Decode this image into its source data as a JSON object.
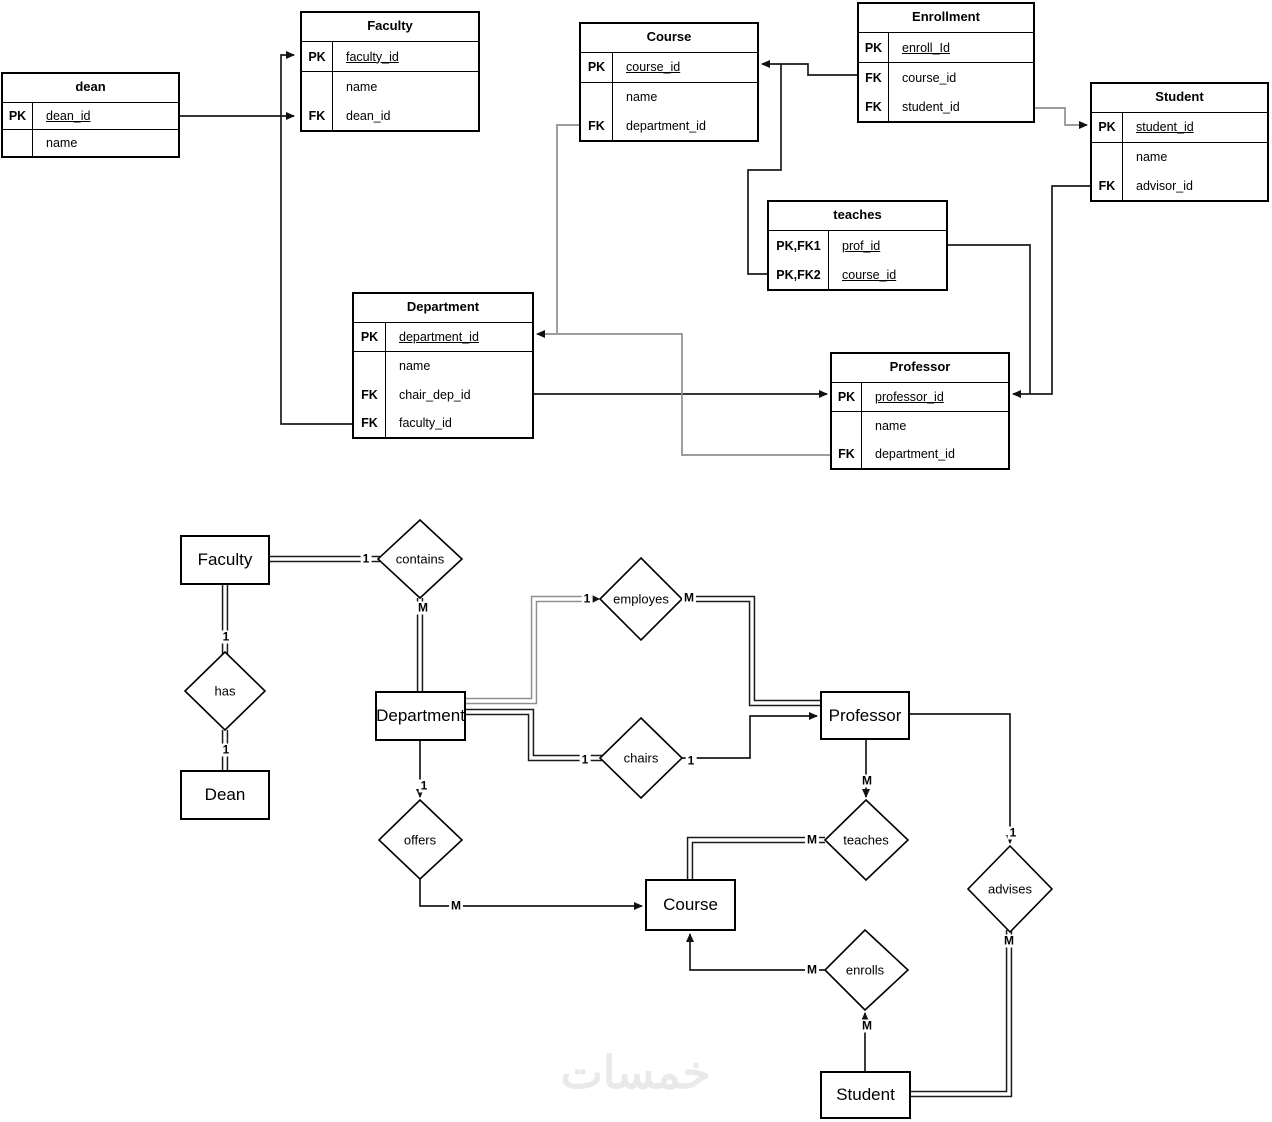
{
  "watermark": "خمسات",
  "colors": {
    "line": "#1a1a1a",
    "line_secondary": "#8f8f8f",
    "background": "#ffffff",
    "text": "#000000"
  },
  "schema_tables": [
    {
      "title": "dean",
      "rows": [
        {
          "key": "PK",
          "name": "dean_id",
          "u": 1
        },
        {
          "key": "",
          "name": "name",
          "sec": 1
        }
      ]
    },
    {
      "title": "Faculty",
      "rows": [
        {
          "key": "PK",
          "name": "faculty_id",
          "u": 1
        },
        {
          "key": "",
          "name": "name",
          "sec": 1
        },
        {
          "key": "FK",
          "name": "dean_id"
        }
      ]
    },
    {
      "title": "Course",
      "rows": [
        {
          "key": "PK",
          "name": "course_id",
          "u": 1
        },
        {
          "key": "",
          "name": "name",
          "sec": 1
        },
        {
          "key": "FK",
          "name": "department_id"
        }
      ]
    },
    {
      "title": "Enrollment",
      "rows": [
        {
          "key": "PK",
          "name": "enroll_Id",
          "u": 1
        },
        {
          "key": "FK",
          "name": "course_id",
          "sec": 1
        },
        {
          "key": "FK",
          "name": "student_id"
        }
      ]
    },
    {
      "title": "Student",
      "rows": [
        {
          "key": "PK",
          "name": "student_id",
          "u": 1
        },
        {
          "key": "",
          "name": "name",
          "sec": 1
        },
        {
          "key": "FK",
          "name": "advisor_id"
        }
      ]
    },
    {
      "title": "teaches",
      "rows": [
        {
          "key": "PK,FK1",
          "name": "prof_id",
          "u": 1
        },
        {
          "key": "PK,FK2",
          "name": "course_id",
          "u": 1
        }
      ]
    },
    {
      "title": "Department",
      "rows": [
        {
          "key": "PK",
          "name": "department_id",
          "u": 1
        },
        {
          "key": "",
          "name": "name",
          "sec": 1
        },
        {
          "key": "FK",
          "name": "chair_dep_id"
        },
        {
          "key": "FK",
          "name": "faculty_id"
        }
      ]
    },
    {
      "title": "Professor",
      "rows": [
        {
          "key": "PK",
          "name": "professor_id",
          "u": 1
        },
        {
          "key": "",
          "name": "name",
          "sec": 1
        },
        {
          "key": "FK",
          "name": "department_id"
        }
      ]
    }
  ],
  "entities": {
    "faculty": "Faculty",
    "dean": "Dean",
    "department": "Department",
    "professor": "Professor",
    "course": "Course",
    "student": "Student"
  },
  "relationships": {
    "contains": "contains",
    "has": "has",
    "employes": "employes",
    "chairs": "chairs",
    "offers": "offers",
    "teaches": "teaches",
    "enrolls": "enrolls",
    "advises": "advises"
  },
  "cardinalities": {
    "contains_faculty": "1",
    "contains_department": "M",
    "has_faculty": "1",
    "has_dean": "1",
    "employes_department": "1",
    "employes_professor": "M",
    "chairs_department": "1",
    "chairs_professor": "1",
    "offers_department": "1",
    "offers_course": "M",
    "teaches_professor": "M",
    "teaches_course": "M",
    "enrolls_course": "M",
    "enrolls_student": "M",
    "advises_professor": "1",
    "advises_student": "M"
  }
}
